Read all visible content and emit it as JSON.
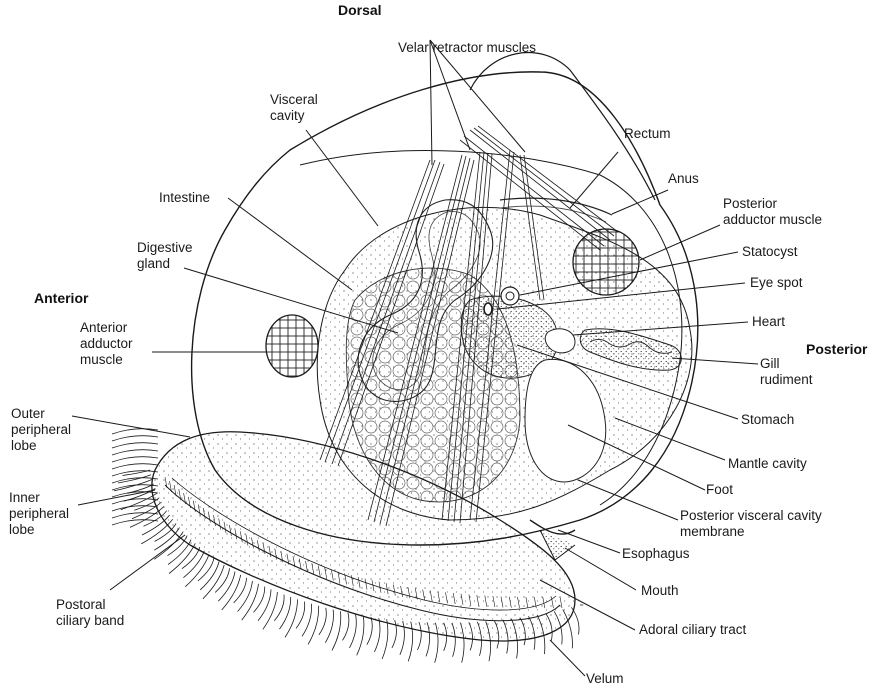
{
  "orientation": {
    "dorsal": "Dorsal",
    "anterior": "Anterior",
    "posterior": "Posterior"
  },
  "labels": {
    "velar_retractor_muscles": "Velar retractor muscles",
    "visceral_cavity": "Visceral\ncavity",
    "rectum": "Rectum",
    "anus": "Anus",
    "posterior_adductor_muscle": "Posterior\nadductor muscle",
    "intestine": "Intestine",
    "statocyst": "Statocyst",
    "digestive_gland": "Digestive\ngland",
    "eye_spot": "Eye spot",
    "heart": "Heart",
    "anterior_adductor_muscle": "Anterior\nadductor\nmuscle",
    "gill_rudiment": "Gill\nrudiment",
    "outer_peripheral_lobe": "Outer\nperipheral\nlobe",
    "stomach": "Stomach",
    "mantle_cavity": "Mantle cavity",
    "inner_peripheral_lobe": "Inner\nperipheral\nlobe",
    "foot": "Foot",
    "posterior_visceral_cavity_membrane": "Posterior visceral cavity\nmembrane",
    "esophagus": "Esophagus",
    "mouth": "Mouth",
    "postoral_ciliary_band": "Postoral\nciliary band",
    "adoral_ciliary_tract": "Adoral ciliary tract",
    "velum": "Velum"
  }
}
